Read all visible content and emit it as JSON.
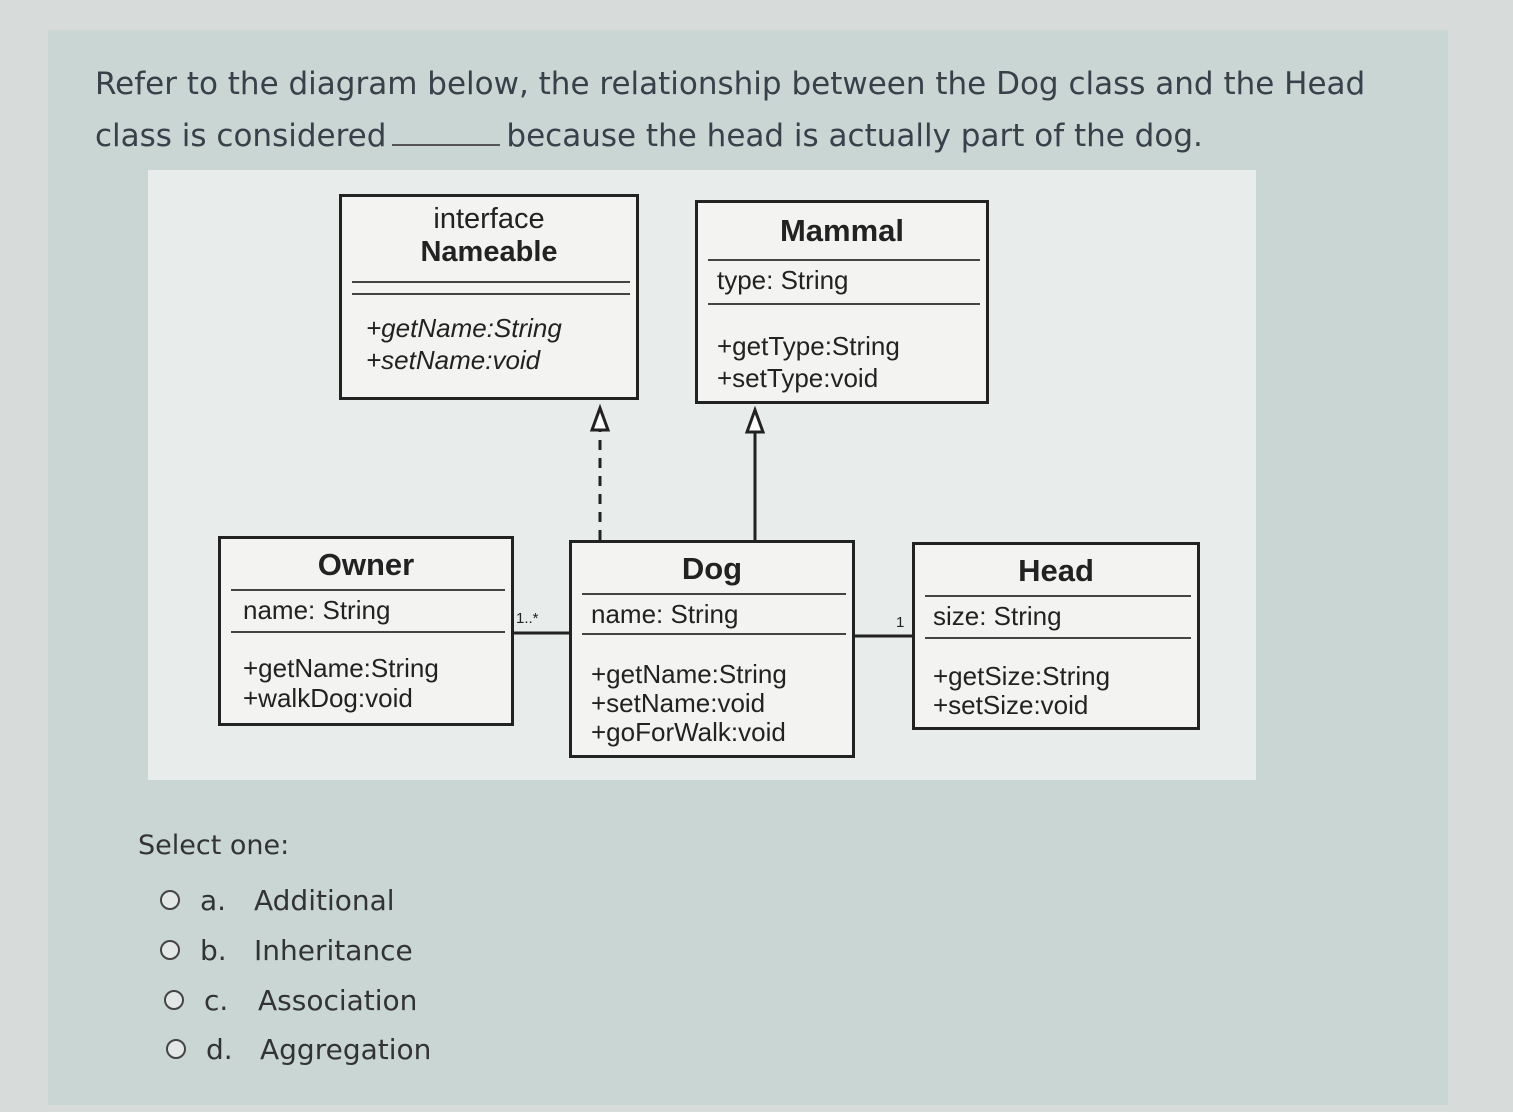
{
  "question": {
    "text_before": "Refer to the diagram below, the relationship between the Dog class and the Head class is considered",
    "text_after": "because the head is actually part of the dog."
  },
  "diagram": {
    "nameable": {
      "stereotype": "interface",
      "name": "Nameable",
      "methods": [
        "+getName:String",
        "+setName:void"
      ]
    },
    "mammal": {
      "name": "Mammal",
      "attribute": "type: String",
      "methods": [
        "+getType:String",
        "+setType:void"
      ]
    },
    "owner": {
      "name": "Owner",
      "attribute": "name: String",
      "methods": [
        "+getName:String",
        "+walkDog:void"
      ]
    },
    "dog": {
      "name": "Dog",
      "attribute": "name: String",
      "methods": [
        "+getName:String",
        "+setName:void",
        "+goForWalk:void"
      ]
    },
    "head": {
      "name": "Head",
      "attribute": "size: String",
      "methods": [
        "+getSize:String",
        "+setSize:void"
      ]
    },
    "multiplicity_owner_dog": "1..*",
    "multiplicity_dog_head": "1"
  },
  "select_label": "Select one:",
  "options": [
    {
      "letter": "a.",
      "label": "Additional"
    },
    {
      "letter": "b.",
      "label": "Inheritance"
    },
    {
      "letter": "c.",
      "label": "Association"
    },
    {
      "letter": "d.",
      "label": "Aggregation"
    }
  ]
}
